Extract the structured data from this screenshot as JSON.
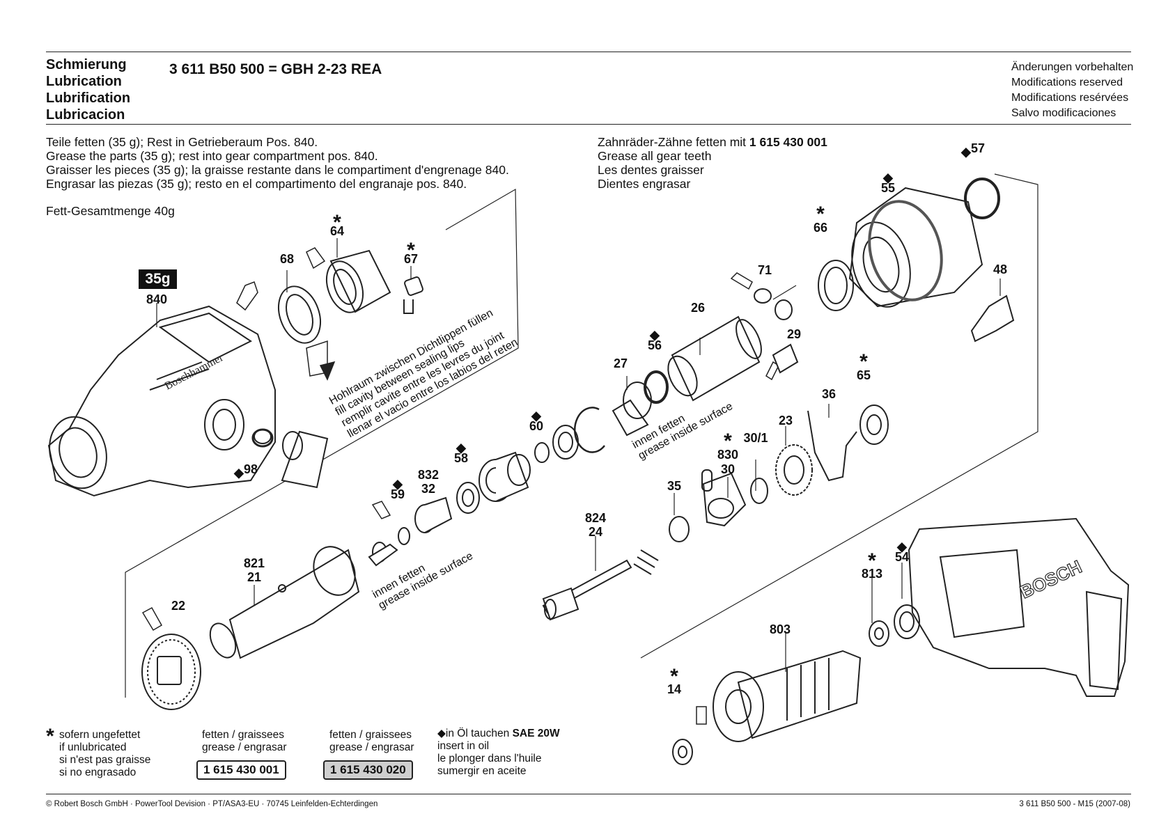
{
  "header": {
    "titles": [
      "Schmierung",
      "Lubrication",
      "Lubrification",
      "Lubricacion"
    ],
    "model": "3 611 B50 500  = GBH 2-23 REA",
    "notice": [
      "Änderungen vorbehalten",
      "Modifications reserved",
      "Modifications resérvées",
      "Salvo modificaciones"
    ]
  },
  "instructions_left": [
    "Teile fetten (35 g); Rest in Getrieberaum Pos. 840.",
    "Grease the parts (35 g); rest into gear compartment pos. 840.",
    "Graisser les pieces (35 g); la graisse restante dans le compartiment d'engrenage 840.",
    "Engrasar las piezas (35 g); resto en el compartimento del engranaje pos. 840."
  ],
  "total_amount": "Fett-Gesamtmenge 40g",
  "instructions_right": {
    "line1_prefix": "Zahnräder-Zähne fetten mit",
    "line1_part": "1 615 430 001",
    "lines": [
      "Grease all gear teeth",
      "Les dentes graisser",
      "Dientes engrasar"
    ]
  },
  "badge": "35g",
  "part_labels": [
    {
      "id": "840",
      "text": "840"
    },
    {
      "id": "98",
      "text": "98",
      "drop": true
    },
    {
      "id": "68",
      "text": "68"
    },
    {
      "id": "64",
      "text": "64",
      "star": true
    },
    {
      "id": "67",
      "text": "67",
      "star": true
    },
    {
      "id": "60",
      "text": "60",
      "drop": true
    },
    {
      "id": "58",
      "text": "58",
      "drop": true
    },
    {
      "id": "59",
      "text": "59",
      "drop": true
    },
    {
      "id": "832",
      "text": "832"
    },
    {
      "id": "32",
      "text": "32"
    },
    {
      "id": "821",
      "text": "821"
    },
    {
      "id": "21",
      "text": "21"
    },
    {
      "id": "22",
      "text": "22"
    },
    {
      "id": "27",
      "text": "27"
    },
    {
      "id": "56",
      "text": "56",
      "drop": true
    },
    {
      "id": "26",
      "text": "26"
    },
    {
      "id": "71",
      "text": "71"
    },
    {
      "id": "29",
      "text": "29"
    },
    {
      "id": "66",
      "text": "66",
      "star": true
    },
    {
      "id": "55",
      "text": "55",
      "drop": true
    },
    {
      "id": "57",
      "text": "57",
      "drop": true
    },
    {
      "id": "48",
      "text": "48"
    },
    {
      "id": "65",
      "text": "65",
      "star": true
    },
    {
      "id": "36",
      "text": "36"
    },
    {
      "id": "23",
      "text": "23"
    },
    {
      "id": "30/1",
      "text": "30/1"
    },
    {
      "id": "830",
      "text": "830",
      "star": true
    },
    {
      "id": "30",
      "text": "30"
    },
    {
      "id": "35",
      "text": "35"
    },
    {
      "id": "824",
      "text": "824"
    },
    {
      "id": "24",
      "text": "24"
    },
    {
      "id": "54",
      "text": "54",
      "drop": true
    },
    {
      "id": "813",
      "text": "813",
      "star": true
    },
    {
      "id": "803",
      "text": "803"
    },
    {
      "id": "14",
      "text": "14",
      "star": true
    }
  ],
  "rotated_notes": {
    "sealing": [
      "Hohlraum zwischen Dichtlippen füllen",
      "fill cavity between sealing lips",
      "remplir cavite entre les levres du joint",
      "llenar el vacio entre los labios del reten"
    ],
    "inside_top": [
      "innen fetten",
      "grease inside surface"
    ],
    "inside_bottom": [
      "innen fetten",
      "grease inside surface"
    ]
  },
  "legend": {
    "unlubricated": [
      "sofern ungefettet",
      "if unlubricated",
      "si n'est pas graisse",
      "si no engrasado"
    ],
    "grease1": [
      "fetten / graissees",
      "grease / engrasar"
    ],
    "grease1_part": "1 615 430 001",
    "grease2": [
      "fetten / graissees",
      "grease / engrasar"
    ],
    "grease2_part": "1 615 430 020",
    "oil_prefix": "in Öl tauchen",
    "oil_grade": "SAE 20W",
    "oil_lines": [
      "insert in oil",
      "le plonger dans l'huile",
      "sumergir en aceite"
    ]
  },
  "brand_texts": {
    "housing": "Boschhammer",
    "motor": "BOSCH"
  },
  "footer": {
    "left": "© Robert Bosch GmbH · PowerTool Devision · PT/ASA3-EU · 70745 Leinfelden-Echterdingen",
    "right": "3 611 B50 500 - M15 (2007-08)"
  }
}
